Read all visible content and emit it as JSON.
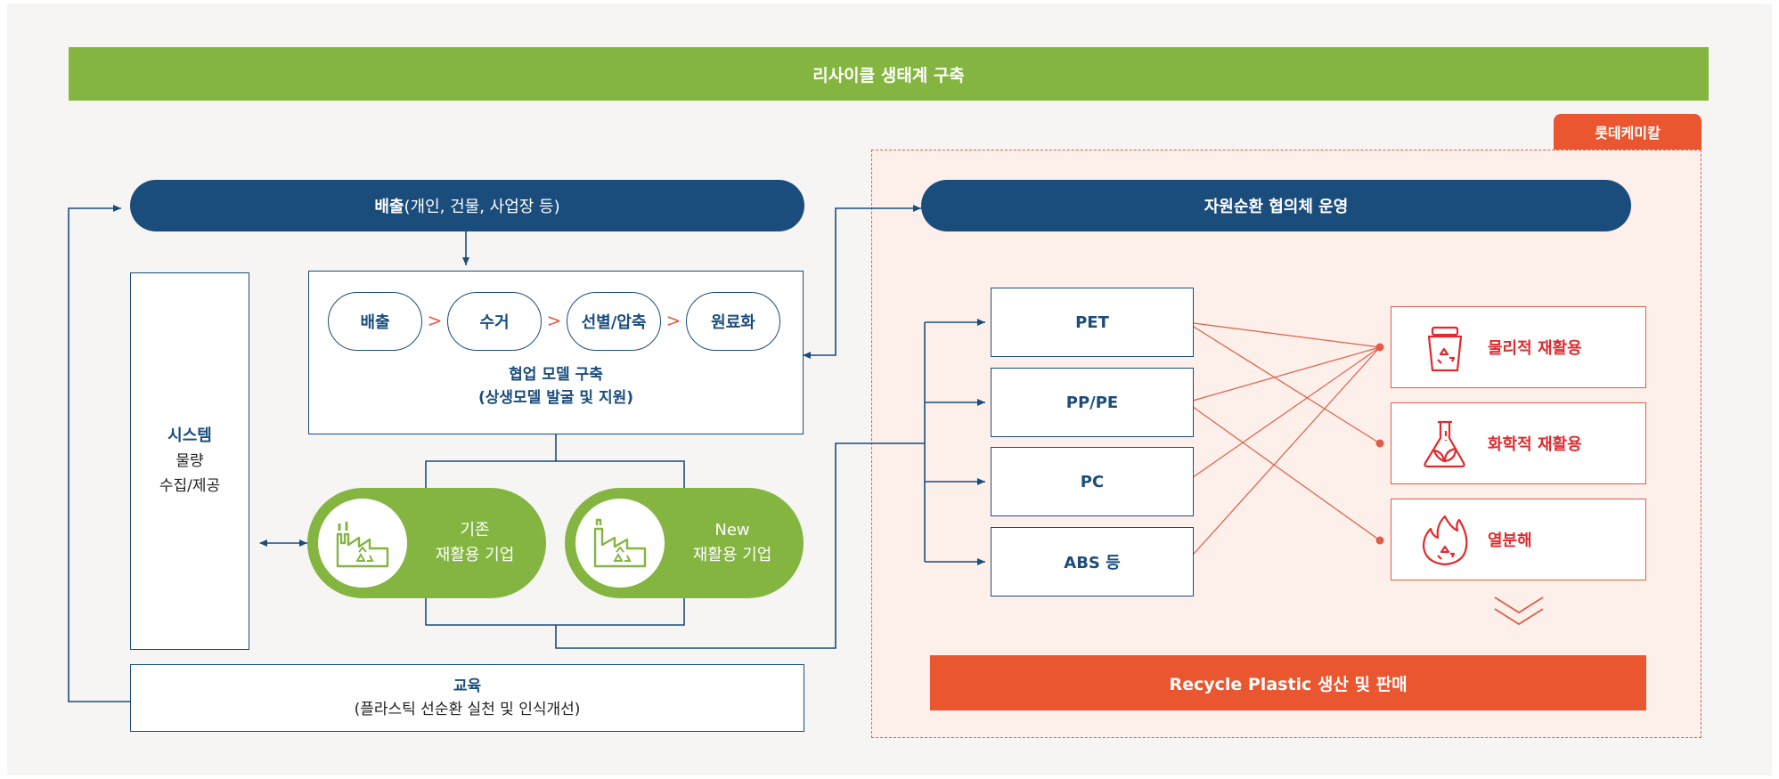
{
  "banner_title": "리사이클 생태계 구축",
  "lotte_tab": "롯데케미칼",
  "emission": {
    "bold": "배출",
    "rest": "(개인, 건물, 사업장 등)"
  },
  "steps": [
    "배출",
    "수거",
    "선별/압축",
    "원료화"
  ],
  "collab": {
    "line1": "협업 모델 구축",
    "line2": "(상생모델 발굴 및 지원)"
  },
  "system": {
    "line1": "시스템",
    "line2": "물량",
    "line3": "수집/제공"
  },
  "recyclers": [
    {
      "line1": "기존",
      "line2": "재활용 기업",
      "icon": "factory-recycle-icon"
    },
    {
      "line1": "New",
      "line2": "재활용 기업",
      "icon": "factory-recycle-icon"
    }
  ],
  "education": {
    "line1": "교육",
    "line2": "(플라스틱 선순환 실천 및 인식개선)"
  },
  "council": "자원순환 협의체 운영",
  "plastics": [
    "PET",
    "PP/PE",
    "PC",
    "ABS 등"
  ],
  "methods": [
    {
      "label": "물리적 재활용",
      "icon": "recycle-bin-icon"
    },
    {
      "label": "화학적 재활용",
      "icon": "flask-leaf-icon"
    },
    {
      "label": "열분해",
      "icon": "flame-recycle-icon"
    }
  ],
  "bottom_bar": "Recycle Plastic 생산 및 판매",
  "colors": {
    "green": "#84b540",
    "navy": "#1a4d7c",
    "orange": "#e9562f",
    "red": "#e12a2f",
    "peach_bg": "#fdf0ea"
  }
}
